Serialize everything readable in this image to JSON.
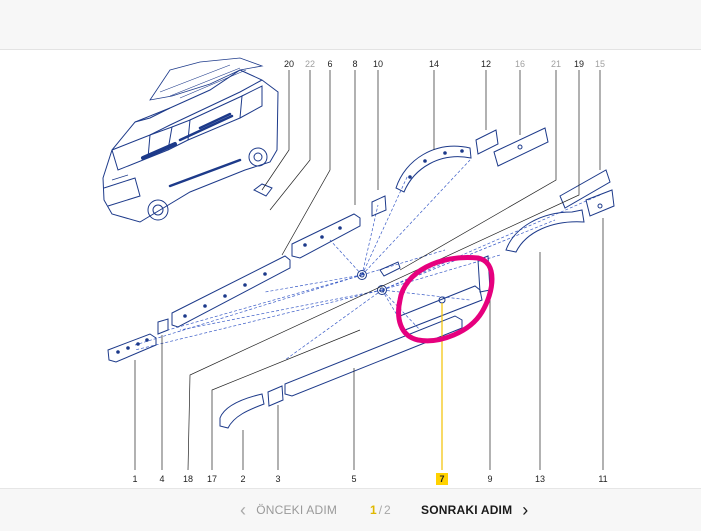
{
  "callouts": {
    "n20": "20",
    "n22": "22",
    "n6": "6",
    "n8": "8",
    "n10": "10",
    "n14": "14",
    "n12": "12",
    "n16": "16",
    "n21": "21",
    "n19": "19",
    "n15": "15",
    "n1": "1",
    "n4": "4",
    "n18": "18",
    "n17": "17",
    "n2": "2",
    "n3": "3",
    "n5": "5",
    "n7": "7",
    "n9": "9",
    "n13": "13",
    "n11": "11"
  },
  "highlight": {
    "selected_part": "7",
    "badge_color": "#ffd200",
    "circle_color": "#e6007e"
  },
  "footer": {
    "prev_label": "ÖNCEKI ADIM",
    "current_page": "1",
    "separator": "/",
    "total_pages": "2",
    "next_label": "SONRAKI ADIM"
  },
  "colors": {
    "line_art": "#1d3a8a",
    "leader": "#222222",
    "dashed": "#3a5cc7"
  }
}
